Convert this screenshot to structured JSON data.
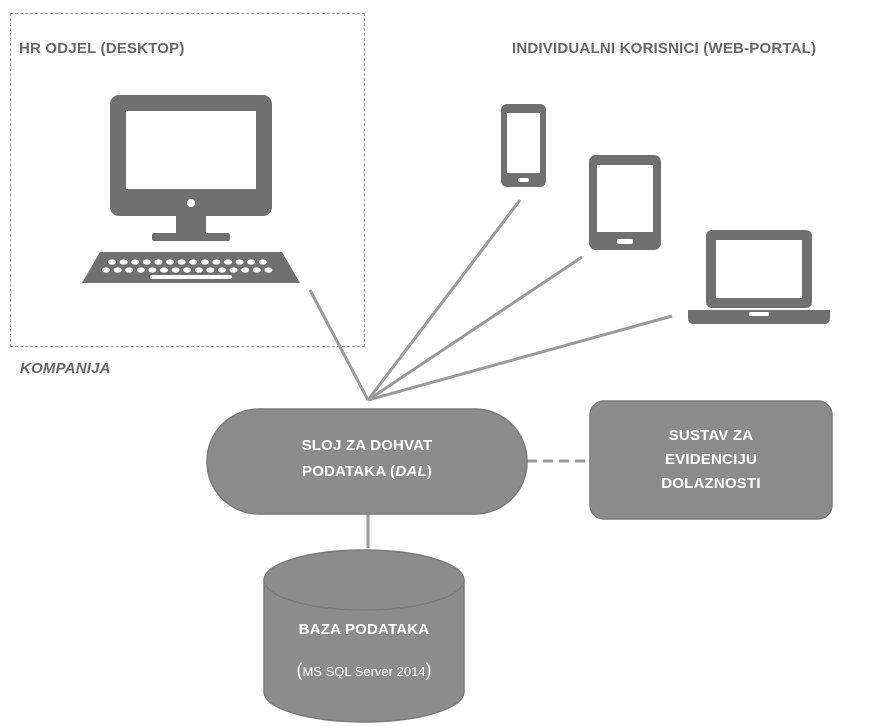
{
  "diagram": {
    "company_title": "HR ODJEL (DESKTOP)",
    "company_caption": "KOMPANIJA",
    "users_title": "INDIVIDUALNI KORISNICI (WEB-PORTAL)",
    "dal": {
      "line1": "SLOJ ZA DOHVAT",
      "line2_prefix": "PODATAKA (",
      "line2_italic": "DAL",
      "line2_suffix": ")"
    },
    "attendance": {
      "line1": "SUSTAV ZA",
      "line2": "EVIDENCIJU",
      "line3": "DOLAZNOSTI"
    },
    "database": {
      "title": "BAZA PODATAKA",
      "open_paren": "(",
      "subtitle": "MS SQL Server 2014",
      "close_paren": ")"
    },
    "devices": [
      "desktop-computer-icon",
      "smartphone-icon",
      "tablet-icon",
      "laptop-icon"
    ]
  },
  "colors": {
    "shape_fill": "#8c8c8c",
    "shape_stroke": "#7a7a7a",
    "icon": "#707070",
    "line": "#9a9a9a",
    "text_gray": "#666666",
    "text_white": "#ffffff"
  }
}
